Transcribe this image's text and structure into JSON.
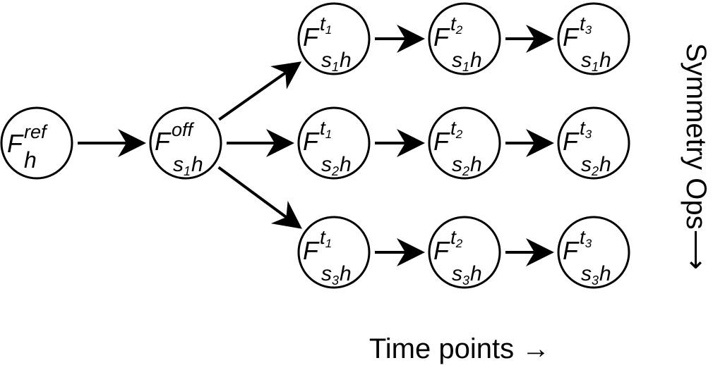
{
  "diagram": {
    "nodes": [
      {
        "id": "ref",
        "base": "F",
        "sup": "ref",
        "sub": "h",
        "sub_index": ""
      },
      {
        "id": "off",
        "base": "F",
        "sup": "off",
        "sub": "s",
        "sub_index": "1",
        "sub_tail": "h"
      },
      {
        "id": "s1t1",
        "base": "F",
        "sup": "t",
        "sup_index": "1",
        "sub": "s",
        "sub_index": "1",
        "sub_tail": "h"
      },
      {
        "id": "s1t2",
        "base": "F",
        "sup": "t",
        "sup_index": "2",
        "sub": "s",
        "sub_index": "1",
        "sub_tail": "h"
      },
      {
        "id": "s1t3",
        "base": "F",
        "sup": "t",
        "sup_index": "3",
        "sub": "s",
        "sub_index": "1",
        "sub_tail": "h"
      },
      {
        "id": "s2t1",
        "base": "F",
        "sup": "t",
        "sup_index": "1",
        "sub": "s",
        "sub_index": "2",
        "sub_tail": "h"
      },
      {
        "id": "s2t2",
        "base": "F",
        "sup": "t",
        "sup_index": "2",
        "sub": "s",
        "sub_index": "2",
        "sub_tail": "h"
      },
      {
        "id": "s2t3",
        "base": "F",
        "sup": "t",
        "sup_index": "3",
        "sub": "s",
        "sub_index": "2",
        "sub_tail": "h"
      },
      {
        "id": "s3t1",
        "base": "F",
        "sup": "t",
        "sup_index": "1",
        "sub": "s",
        "sub_index": "3",
        "sub_tail": "h"
      },
      {
        "id": "s3t2",
        "base": "F",
        "sup": "t",
        "sup_index": "2",
        "sub": "s",
        "sub_index": "3",
        "sub_tail": "h"
      },
      {
        "id": "s3t3",
        "base": "F",
        "sup": "t",
        "sup_index": "3",
        "sub": "s",
        "sub_index": "3",
        "sub_tail": "h"
      }
    ],
    "edges": [
      {
        "from": "ref",
        "to": "off"
      },
      {
        "from": "off",
        "to": "s1t1"
      },
      {
        "from": "off",
        "to": "s2t1"
      },
      {
        "from": "off",
        "to": "s3t1"
      },
      {
        "from": "s1t1",
        "to": "s1t2"
      },
      {
        "from": "s1t2",
        "to": "s1t3"
      },
      {
        "from": "s2t1",
        "to": "s2t2"
      },
      {
        "from": "s2t2",
        "to": "s2t3"
      },
      {
        "from": "s3t1",
        "to": "s3t2"
      },
      {
        "from": "s3t2",
        "to": "s3t3"
      }
    ],
    "time_axis_label": "Time points →",
    "symmetry_axis_label": "Symmetry Ops⟶"
  }
}
